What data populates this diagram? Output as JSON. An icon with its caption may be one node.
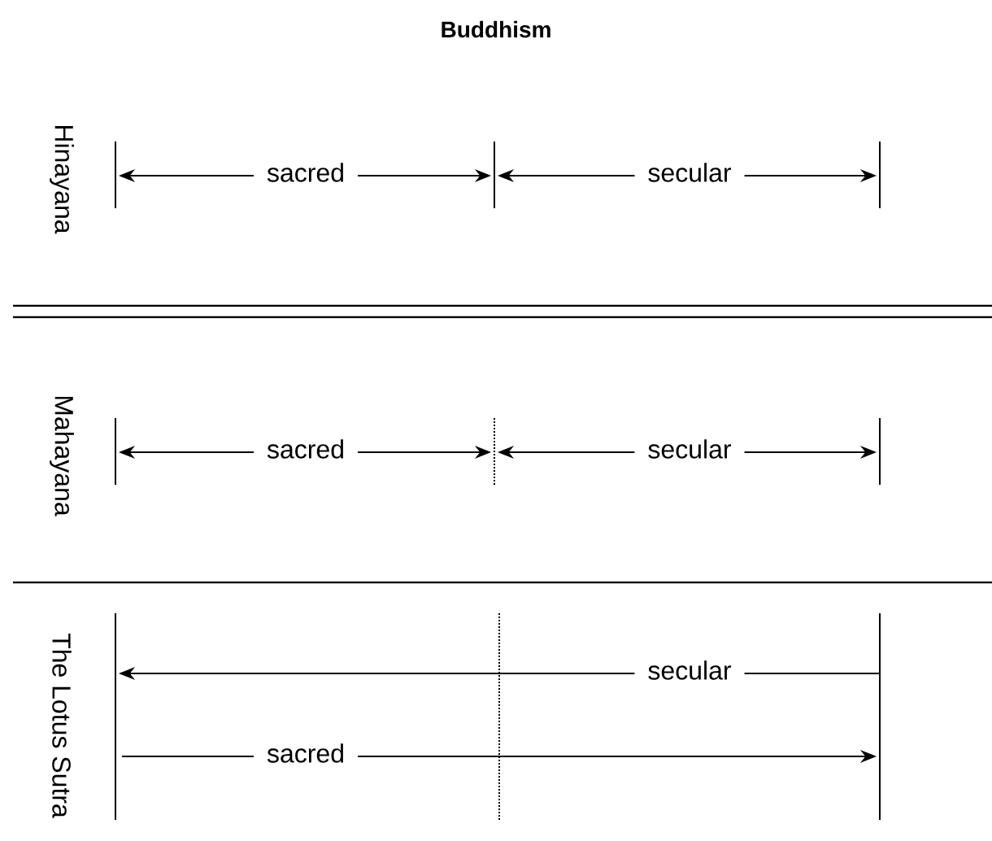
{
  "diagram": {
    "title": "Buddhism",
    "labels": [
      "Hinayana",
      "sacred",
      "secular",
      "Mahayana",
      "sacred",
      "secular",
      "The Lotus Sutra",
      "secular",
      "sacred"
    ]
  }
}
